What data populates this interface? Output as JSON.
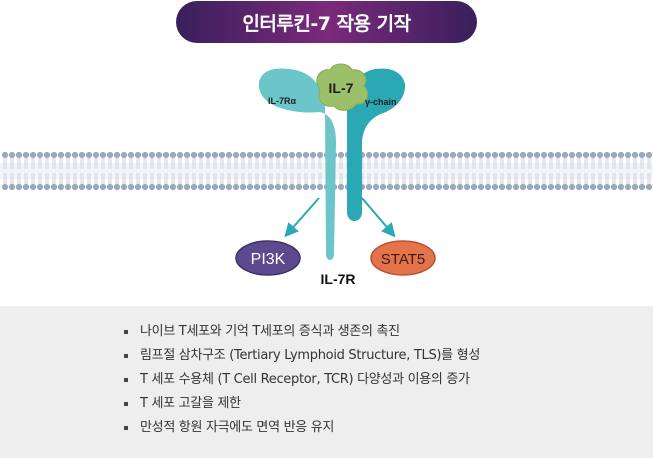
{
  "title": "인터루킨-7 작용 기작",
  "diagram": {
    "ligand_label": "IL-7",
    "alpha_chain_label": "IL-7Rα",
    "gamma_chain_label": "γ-chain",
    "receptor_label": "IL-7R",
    "pathway_left": "PI3K",
    "pathway_right": "STAT5",
    "colors": {
      "alpha_chain": "#6cc5c8",
      "gamma_chain": "#2aa8b3",
      "ligand": "#9cc06a",
      "pi3k": "#5b4b8e",
      "stat5": "#e4734c",
      "membrane": "#9aa9bf"
    }
  },
  "bullets": [
    "나이브 T세포와 기억 T세포의 증식과 생존의 촉진",
    "림프절 삼차구조 (Tertiary Lymphoid Structure, TLS)를 형성",
    "T 세포 수용체 (T Cell Receptor, TCR) 다양성과 이용의 증가",
    "T 세포 고갈을 제한",
    "만성적 항원 자극에도 면역 반응 유지"
  ]
}
